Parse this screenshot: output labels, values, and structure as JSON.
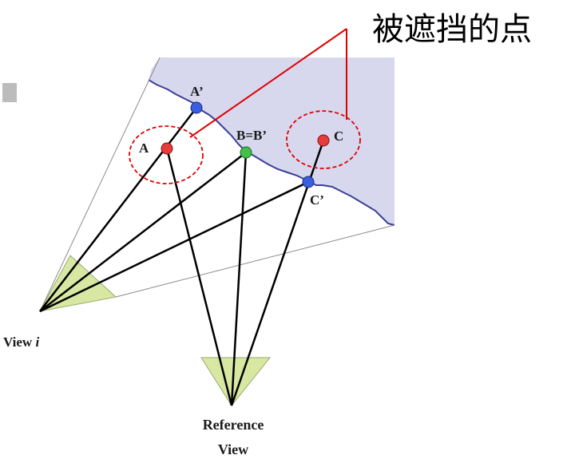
{
  "callout": {
    "label": "被遮挡的点"
  },
  "points": {
    "a": "A",
    "a_prime": "A’",
    "b": "B=B’",
    "c": "C",
    "c_prime": "C’"
  },
  "views": {
    "view_i_prefix": "View ",
    "view_i_suffix": "i",
    "reference_line1": "Reference",
    "reference_line2": "View"
  },
  "colors": {
    "surface": "#d7d8ee",
    "surface_edge": "#3b3f96",
    "frustum": "#d8e8a2",
    "occluded_point": "#e83b3b",
    "visible_point": "#43c04b",
    "surface_point": "#3a5ee0",
    "callout": "#e00000"
  }
}
